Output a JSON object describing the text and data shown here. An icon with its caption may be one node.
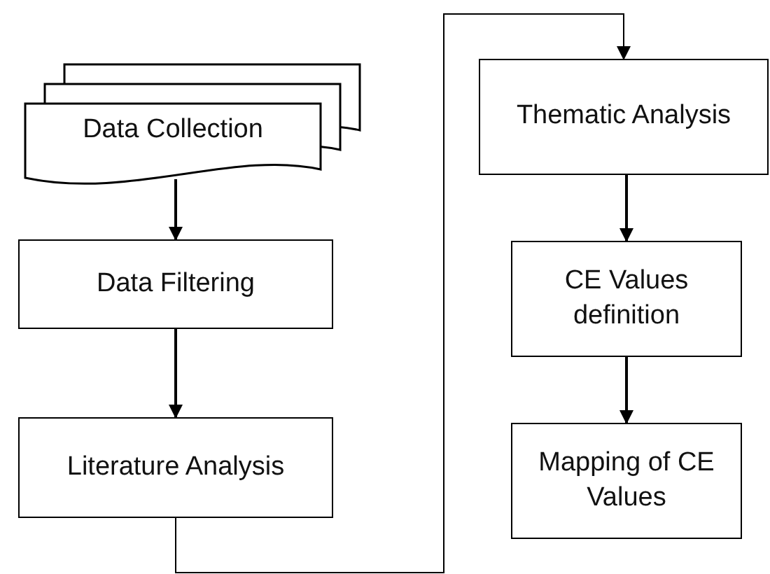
{
  "diagram": {
    "nodes": [
      {
        "text": [
          "Data Collection"
        ]
      },
      {
        "text": [
          "Data Filtering"
        ]
      },
      {
        "text": [
          "Literature Analysis"
        ]
      },
      {
        "text": [
          "Thematic Analysis"
        ]
      },
      {
        "text": [
          "CE Values definition"
        ]
      },
      {
        "text": [
          "Mapping of CE Values"
        ]
      }
    ],
    "edges": [
      {
        "from": 0,
        "to": 1,
        "arrow": "to"
      },
      {
        "from": 1,
        "to": 2,
        "arrow": "to"
      },
      {
        "from": 2,
        "to": 3,
        "arrow": "to"
      },
      {
        "from": 3,
        "to": 4,
        "arrow": "to"
      },
      {
        "from": 4,
        "to": 5,
        "arrow": "to"
      }
    ]
  }
}
